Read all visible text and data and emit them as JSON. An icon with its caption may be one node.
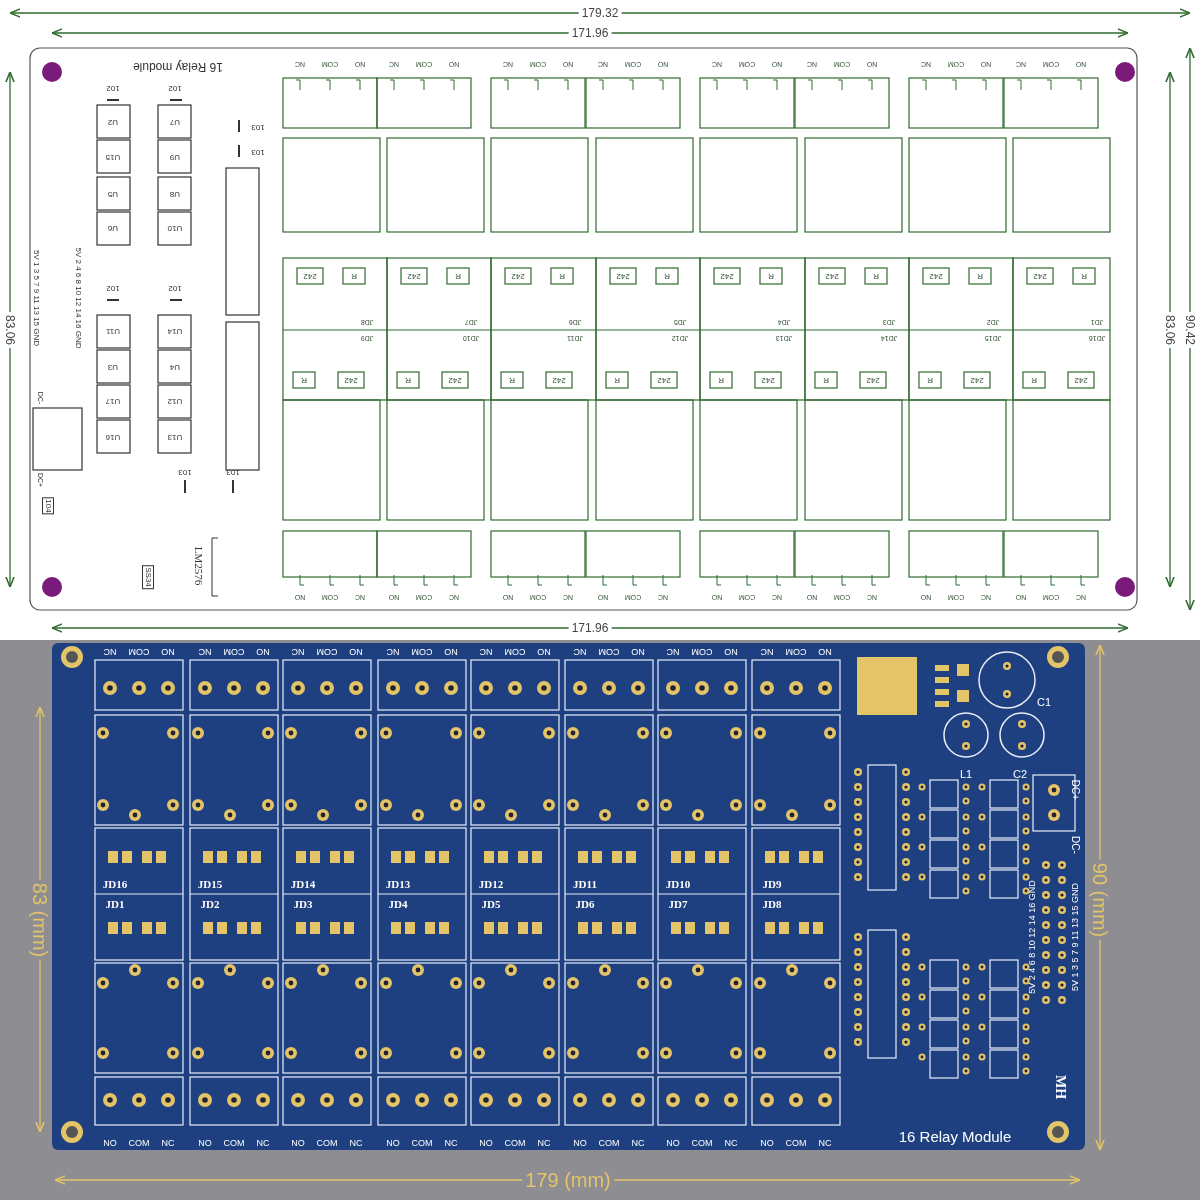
{
  "diagram": {
    "labels": [
      "179.32",
      "171.96",
      "16 Relay module",
      "NC",
      "COM",
      "NO",
      "NC",
      "COM",
      "NO",
      "NC",
      "COM",
      "NO",
      "NC",
      "COM",
      "NO",
      "NC",
      "COM",
      "NO",
      "NC",
      "COM",
      "NO",
      "NC",
      "COM",
      "NO",
      "NC",
      "COM",
      "NO",
      "102",
      "102",
      "U2",
      "U7",
      "103",
      "103",
      "U15",
      "U9",
      "U5",
      "U8",
      "U6",
      "U10",
      "5V 1 3 5 7 9 11 13 15 GND",
      "5V 2 4 6 8 10 12 14 16 GND",
      "102",
      "102",
      "U11",
      "U14",
      "U3",
      "U4",
      "U17",
      "U12",
      "U16",
      "U13",
      "DC-",
      "DC+",
      "104",
      "103",
      "103",
      "SS34",
      "LM2576",
      "242",
      "R",
      "242",
      "R",
      "242",
      "R",
      "242",
      "R",
      "242",
      "R",
      "242",
      "R",
      "242",
      "R",
      "242",
      "R",
      "JD8",
      "JD7",
      "JD6",
      "JD5",
      "JD4",
      "JD3",
      "JD2",
      "JD1",
      "JD9",
      "JD10",
      "JD11",
      "JD12",
      "JD13",
      "JD14",
      "JD15",
      "JD16",
      "R",
      "242",
      "R",
      "242",
      "R",
      "242",
      "R",
      "242",
      "R",
      "242",
      "R",
      "242",
      "R",
      "242",
      "R",
      "242",
      "NO",
      "COM",
      "NC",
      "NO",
      "COM",
      "NC",
      "NO",
      "COM",
      "NC",
      "NO",
      "COM",
      "NC",
      "NO",
      "COM",
      "NC",
      "NO",
      "COM",
      "NC",
      "NO",
      "COM",
      "NC",
      "NO",
      "COM",
      "NC",
      "83.06",
      "83.06",
      "90.42",
      "171.96",
      "NC",
      "COM",
      "NO",
      "NC",
      "COM",
      "NO",
      "NC",
      "COM",
      "NO",
      "NC",
      "COM",
      "NO",
      "NC",
      "COM",
      "NO",
      "NC",
      "COM",
      "NO",
      "NC",
      "COM",
      "NO",
      "NC",
      "COM",
      "NO",
      "C1",
      "L1",
      "C2",
      "DC+",
      "DC-",
      "JD16",
      "JD15",
      "JD14",
      "JD13",
      "JD12",
      "JD11",
      "JD10",
      "JD9",
      "JD1",
      "JD2",
      "JD3",
      "JD4",
      "JD5",
      "JD6",
      "JD7",
      "JD8",
      "5V 2 4 6 8 10 12 14 16 GND",
      "5V 1 3 5 7 9 11 13 15 GND",
      "MH",
      "NO",
      "COM",
      "NC",
      "NO",
      "COM",
      "NC",
      "NO",
      "COM",
      "NC",
      "NO",
      "COM",
      "NC",
      "NO",
      "COM",
      "NC",
      "NO",
      "COM",
      "NC",
      "NO",
      "COM",
      "NC",
      "NO",
      "COM",
      "NC",
      "16 Relay Module",
      "83 (mm)",
      "90 (mm)",
      "179 (mm)"
    ]
  }
}
